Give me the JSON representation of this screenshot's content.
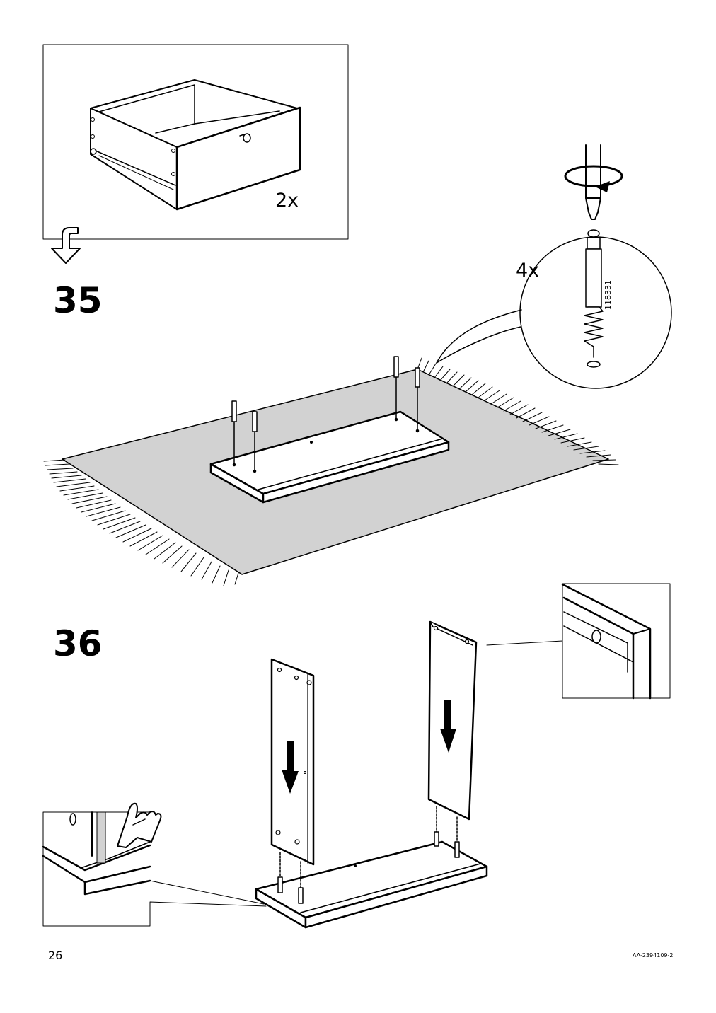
{
  "drawer_quantity": "2x",
  "step_35": "35",
  "step_36": "36",
  "screw_quantity": "4x",
  "part_number": "118331",
  "page_number": "26",
  "document_code": "AA-2394109-2"
}
